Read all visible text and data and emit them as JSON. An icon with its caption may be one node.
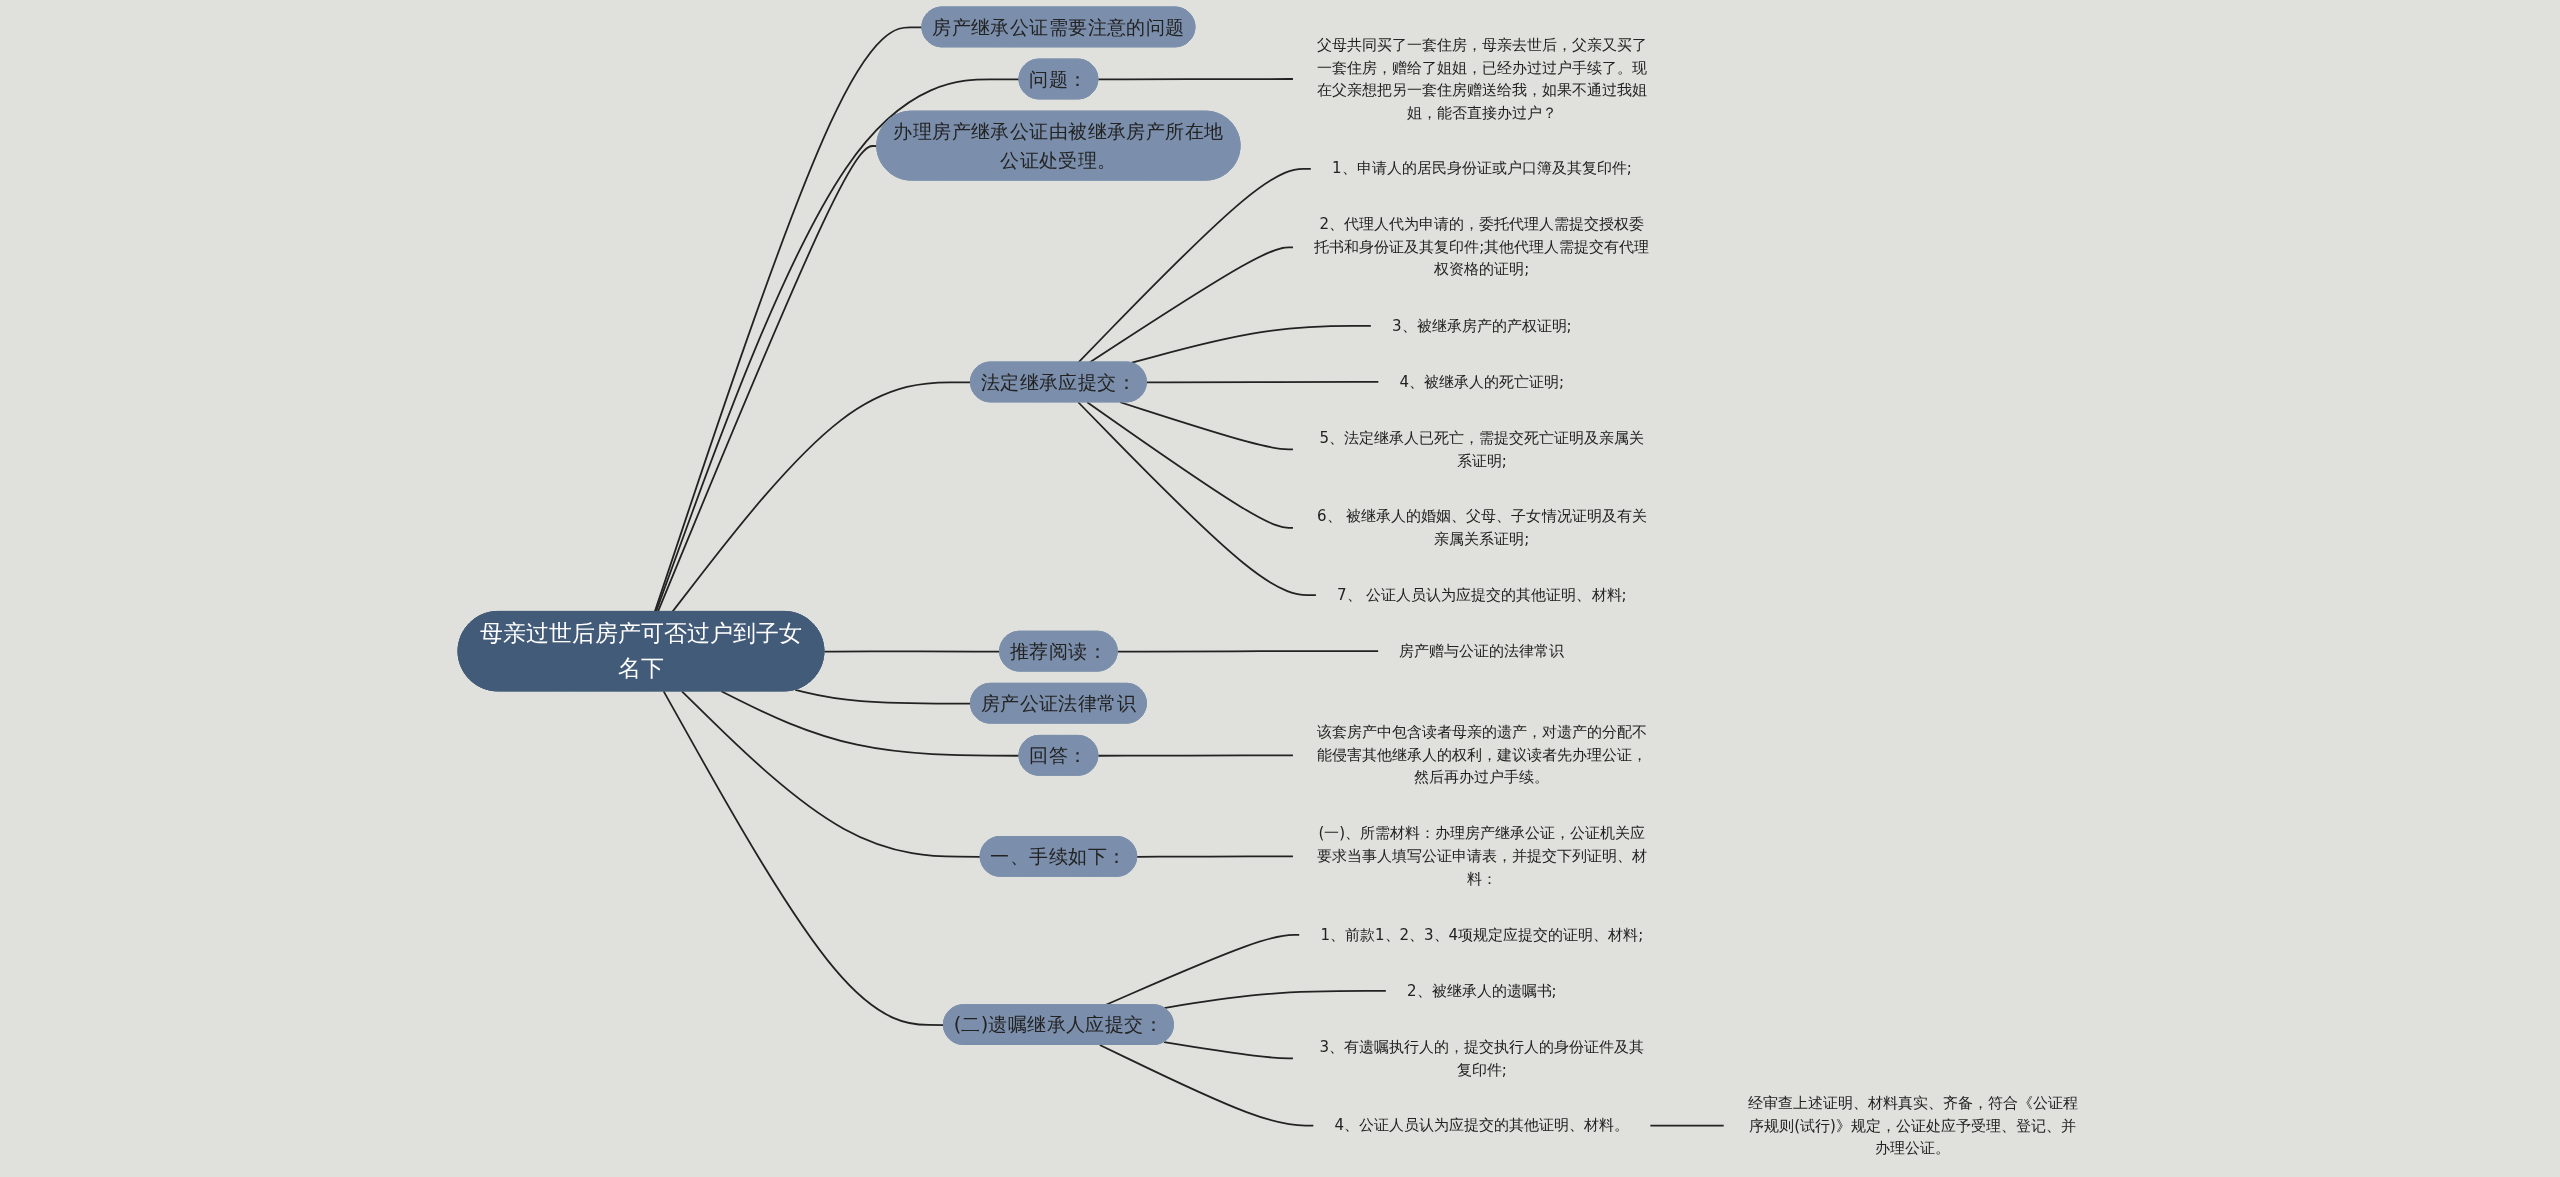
{
  "diagram": {
    "nodes": [
      {
        "text": [
          "母亲过世后房产可否过户到子女名下"
        ]
      },
      {
        "text": [
          "房产继承公证需要注意的问题"
        ]
      },
      {
        "text": [
          "问题："
        ]
      },
      {
        "text": [
          "父母共同买了一套住房，母亲去世后，父亲又买了一套住房，赠给了姐姐，已经办过过户手续了。现在父亲想把另一套住房赠送给我，如果不通过我姐姐，能否直接办过户？"
        ]
      },
      {
        "text": [
          "办理房产继承公证由被继承房产所在地公证处受理。"
        ]
      },
      {
        "text": [
          "法定继承应提交："
        ]
      },
      {
        "text": [
          "1、申请人的居民身份证或户口簿及其复印件;"
        ]
      },
      {
        "text": [
          "2、代理人代为申请的，委托代理人需提交授权委托书和身份证及其复印件;其他代理人需提交有代理权资格的证明;"
        ]
      },
      {
        "text": [
          "3、被继承房产的产权证明;"
        ]
      },
      {
        "text": [
          "4、被继承人的死亡证明;"
        ]
      },
      {
        "text": [
          "5、法定继承人已死亡，需提交死亡证明及亲属关系证明;"
        ]
      },
      {
        "text": [
          "6、 被继承人的婚姻、父母、子女情况证明及有关亲属关系证明;"
        ]
      },
      {
        "text": [
          "7、 公证人员认为应提交的其他证明、材料;"
        ]
      },
      {
        "text": [
          "推荐阅读："
        ]
      },
      {
        "text": [
          "房产赠与公证的法律常识"
        ]
      },
      {
        "text": [
          "房产公证法律常识"
        ]
      },
      {
        "text": [
          "回答："
        ]
      },
      {
        "text": [
          "该套房产中包含读者母亲的遗产，对遗产的分配不能侵害其他继承人的权利，建议读者先办理公证，然后再办过户手续。"
        ]
      },
      {
        "text": [
          "一、手续如下："
        ]
      },
      {
        "text": [
          "(一)、所需材料：办理房产继承公证，公证机关应要求当事人填写公证申请表，并提交下列证明、材料："
        ]
      },
      {
        "text": [
          "(二)遗嘱继承人应提交："
        ]
      },
      {
        "text": [
          "1、前款1、2、3、4项规定应提交的证明、材料;"
        ]
      },
      {
        "text": [
          "2、被继承人的遗嘱书;"
        ]
      },
      {
        "text": [
          "3、有遗嘱执行人的，提交执行人的身份证件及其复印件;"
        ]
      },
      {
        "text": [
          "4、公证人员认为应提交的其他证明、材料。"
        ]
      },
      {
        "text": [
          "经审查上述证明、材料真实、齐备，符合《公证程序规则(试行)》规定，公证处应予受理、登记、并办理公证。"
        ]
      }
    ],
    "edges": [
      {
        "from": 0,
        "to": 1,
        "arrow": "none"
      },
      {
        "from": 0,
        "to": 2,
        "arrow": "none"
      },
      {
        "from": 2,
        "to": 3,
        "arrow": "none"
      },
      {
        "from": 0,
        "to": 4,
        "arrow": "none"
      },
      {
        "from": 0,
        "to": 5,
        "arrow": "none"
      },
      {
        "from": 5,
        "to": 6,
        "arrow": "none"
      },
      {
        "from": 5,
        "to": 7,
        "arrow": "none"
      },
      {
        "from": 5,
        "to": 8,
        "arrow": "none"
      },
      {
        "from": 5,
        "to": 9,
        "arrow": "none"
      },
      {
        "from": 5,
        "to": 10,
        "arrow": "none"
      },
      {
        "from": 5,
        "to": 11,
        "arrow": "none"
      },
      {
        "from": 5,
        "to": 12,
        "arrow": "none"
      },
      {
        "from": 0,
        "to": 13,
        "arrow": "none"
      },
      {
        "from": 13,
        "to": 14,
        "arrow": "none"
      },
      {
        "from": 0,
        "to": 15,
        "arrow": "none"
      },
      {
        "from": 0,
        "to": 16,
        "arrow": "none"
      },
      {
        "from": 16,
        "to": 17,
        "arrow": "none"
      },
      {
        "from": 0,
        "to": 18,
        "arrow": "none"
      },
      {
        "from": 18,
        "to": 19,
        "arrow": "none"
      },
      {
        "from": 0,
        "to": 20,
        "arrow": "none"
      },
      {
        "from": 20,
        "to": 21,
        "arrow": "none"
      },
      {
        "from": 20,
        "to": 22,
        "arrow": "none"
      },
      {
        "from": 20,
        "to": 23,
        "arrow": "none"
      },
      {
        "from": 20,
        "to": 24,
        "arrow": "none"
      },
      {
        "from": 24,
        "to": 25,
        "arrow": "none"
      }
    ]
  }
}
